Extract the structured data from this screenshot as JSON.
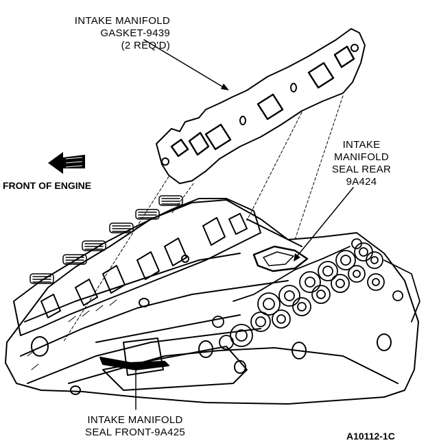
{
  "labels": {
    "gasket": {
      "line1": "INTAKE MANIFOLD",
      "line2": "GASKET-9439",
      "line3": "(2 REQ'D)"
    },
    "seal_rear": {
      "line1": "INTAKE",
      "line2": "MANIFOLD",
      "line3": "SEAL REAR",
      "line4": "9A424"
    },
    "seal_front": {
      "line1": "INTAKE MANIFOLD",
      "line2": "SEAL FRONT-9A425"
    },
    "front_of_engine": "FRONT OF ENGINE",
    "figure_code": "A10112-1C"
  },
  "icons": {
    "front_arrow": "left-arrow-icon"
  },
  "colors": {
    "ink": "#000000",
    "paper": "#ffffff"
  }
}
